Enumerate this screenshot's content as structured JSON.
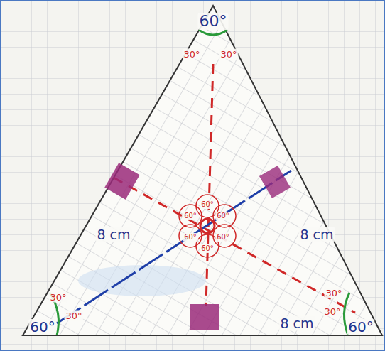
{
  "diagram": {
    "labels": [
      "60°",
      "30°",
      "30°",
      "8 cm",
      "8 cm",
      "8 cm",
      "30°",
      "30°",
      "60°",
      "30°",
      "30°",
      "60°",
      "60°",
      "60°",
      "60°",
      "60°",
      "60°",
      "60°"
    ]
  }
}
